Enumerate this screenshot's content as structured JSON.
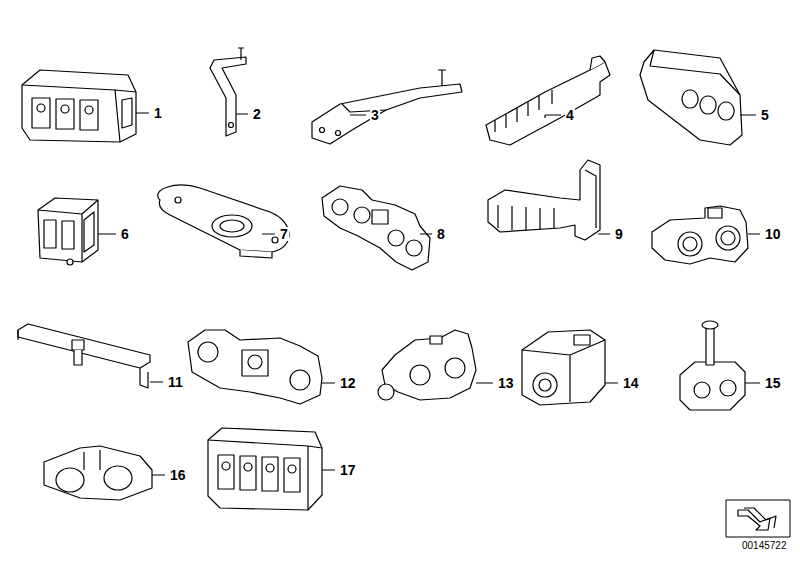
{
  "diagram": {
    "labels": [
      "1",
      "2",
      "3",
      "4",
      "5",
      "6",
      "7",
      "8",
      "9",
      "10",
      "11",
      "12",
      "13",
      "14",
      "15",
      "16",
      "17",
      "00145722"
    ]
  }
}
